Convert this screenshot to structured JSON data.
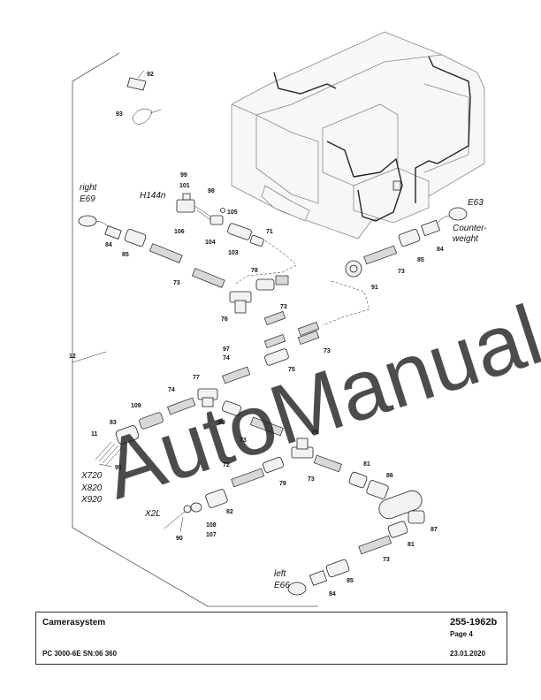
{
  "diagram": {
    "callouts": {
      "c92": "92",
      "c93": "93",
      "c99": "99",
      "c101": "101",
      "c98": "98",
      "c105": "105",
      "c106": "106",
      "c104": "104",
      "c103": "103",
      "c71": "71",
      "c84a": "84",
      "c85a": "85",
      "c73a": "73",
      "c78": "78",
      "c76a": "76",
      "c73b": "73",
      "c97": "97",
      "c74a": "74",
      "c75": "75",
      "c73c": "73",
      "c74b": "74",
      "c77": "77",
      "c12": "12",
      "c109": "109",
      "c83": "83",
      "c80": "80",
      "c11": "11",
      "c95": "95",
      "c73d": "73",
      "c76b": "76",
      "c72": "72",
      "c79": "79",
      "c73e": "73",
      "c81a": "81",
      "c86": "86",
      "c82": "82",
      "c108": "108",
      "c107": "107",
      "c90": "90",
      "c87": "87",
      "c81b": "81",
      "c73f": "73",
      "c85b": "85",
      "c84b": "84",
      "c91": "91",
      "c73g": "73",
      "c85c": "85",
      "c84c": "84"
    },
    "connectors": {
      "right": "right",
      "e69": "E69",
      "h144n": "H144n",
      "e63": "E63",
      "counter": "Counter-",
      "weight": "weight",
      "x720": "X720",
      "x820": "X820",
      "x920": "X920",
      "x2l": "X2L",
      "left": "left",
      "e66": "E66"
    },
    "watermark": "AutoManual"
  },
  "title_block": {
    "title": "Camerasystem",
    "drawing_no": "255-1962b",
    "page": "Page 4",
    "model": "PC 3000-6E SN:06 360",
    "date": "23.01.2020"
  }
}
